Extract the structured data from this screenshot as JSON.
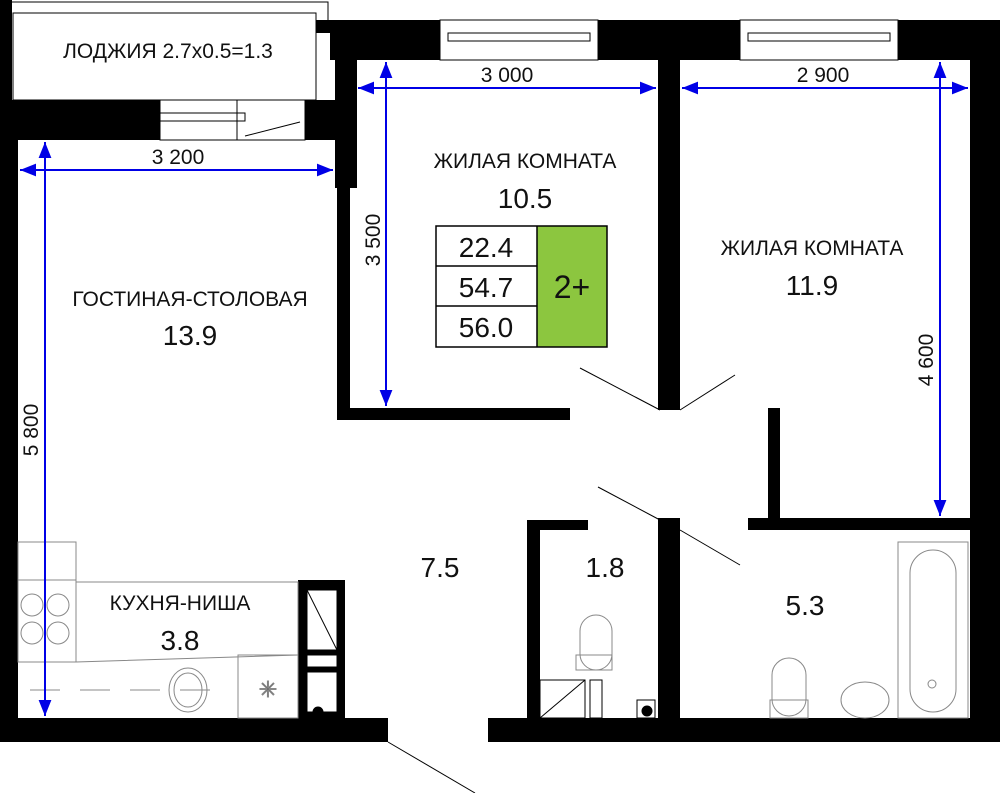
{
  "loggia": {
    "label": "ЛОДЖИЯ 2.7x0.5=1.3"
  },
  "rooms": {
    "living": {
      "name": "ГОСТИНАЯ-СТОЛОВАЯ",
      "area": "13.9"
    },
    "bedroom1": {
      "name": "ЖИЛАЯ КОМНАТА",
      "area": "10.5"
    },
    "bedroom2": {
      "name": "ЖИЛАЯ КОМНАТА",
      "area": "11.9"
    },
    "kitchen": {
      "name": "КУХНЯ-НИША",
      "area": "3.8"
    },
    "hall": {
      "area": "7.5"
    },
    "wc": {
      "area": "1.8"
    },
    "bathroom": {
      "area": "5.3"
    }
  },
  "dimensions": {
    "living_width": "3 200",
    "living_length": "5 800",
    "bedroom1_width": "3 000",
    "bedroom1_length": "3 500",
    "bedroom2_width": "2 900",
    "bedroom2_length": "4 600"
  },
  "summary": {
    "living_area": "22.4",
    "total_area": "54.7",
    "total_with_loggia": "56.0",
    "type": "2+"
  },
  "colors": {
    "dimension": "#0000e6",
    "badge": "#8cc63f",
    "wall": "#000000"
  }
}
